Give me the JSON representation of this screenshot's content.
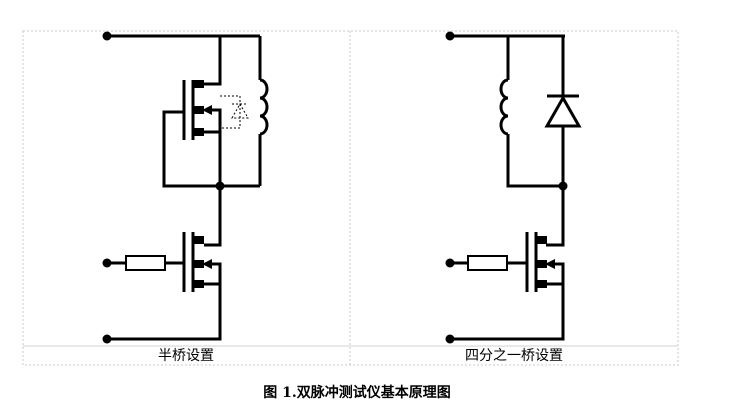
{
  "panels": {
    "left": {
      "caption": "半桥设置"
    },
    "right": {
      "caption": "四分之一桥设置"
    }
  },
  "figure_caption": "图 1.双脉冲测试仪基本原理图"
}
